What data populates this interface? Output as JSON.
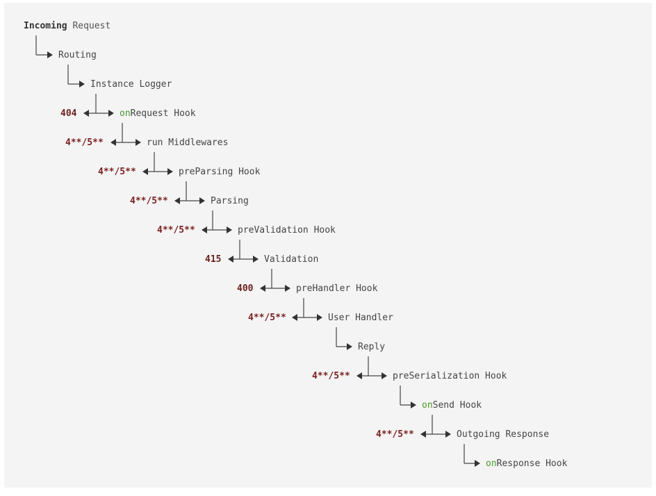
{
  "title": {
    "bold": "Incoming",
    "rest": " Request"
  },
  "steps": [
    {
      "label": "Routing"
    },
    {
      "label": "Instance Logger"
    },
    {
      "code": "404",
      "prefix": "on",
      "label": "Request Hook"
    },
    {
      "code": "4**/5**",
      "label": "run Middlewares"
    },
    {
      "code": "4**/5**",
      "label": "preParsing Hook"
    },
    {
      "code": "4**/5**",
      "label": "Parsing"
    },
    {
      "code": "4**/5**",
      "label": "preValidation Hook"
    },
    {
      "code": "415",
      "label": "Validation"
    },
    {
      "code": "400",
      "label": "preHandler Hook"
    },
    {
      "code": "4**/5**",
      "label": "User Handler"
    },
    {
      "label": "Reply"
    },
    {
      "code": "4**/5**",
      "label": "preSerialization Hook"
    },
    {
      "prefix": "on",
      "label": "Send Hook"
    },
    {
      "code": "4**/5**",
      "label": "Outgoing Response"
    },
    {
      "prefix": "on",
      "label": "Response Hook"
    }
  ]
}
